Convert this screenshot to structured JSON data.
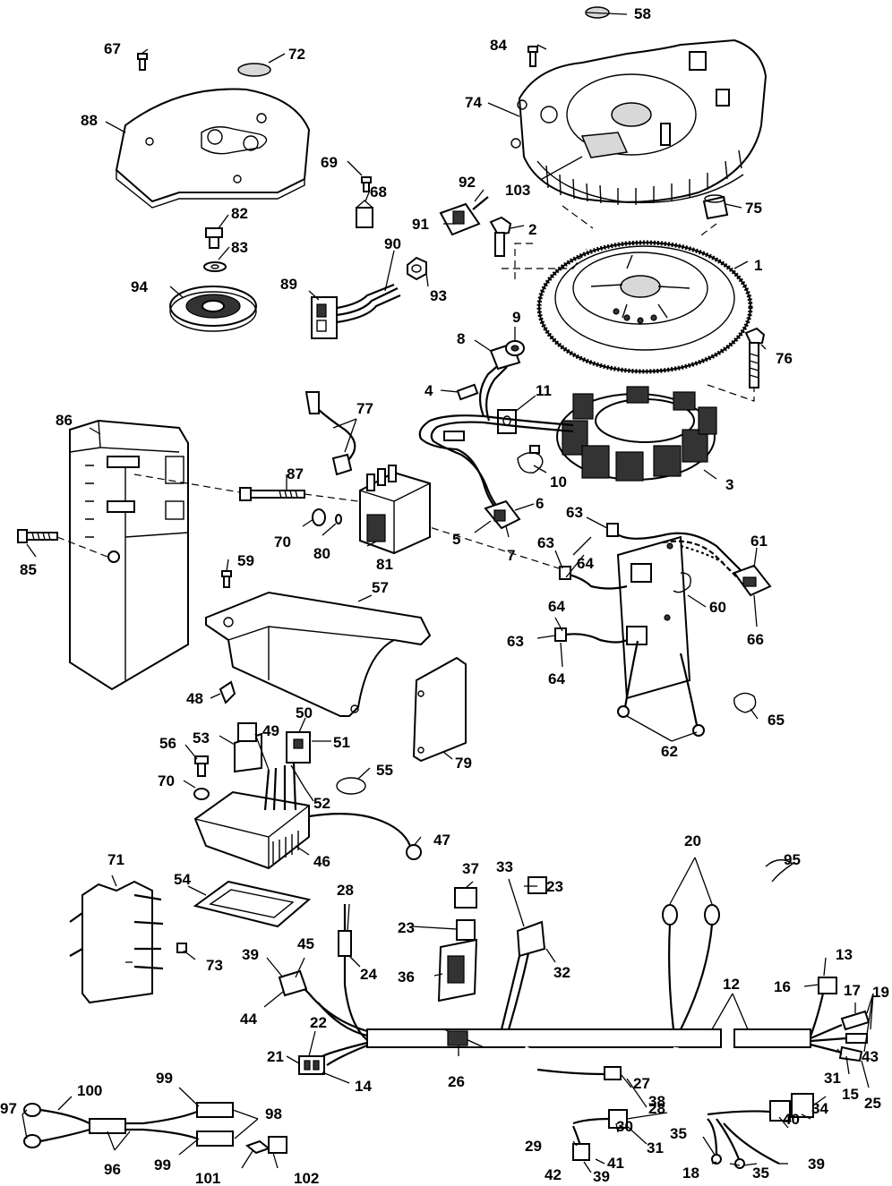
{
  "callouts": {
    "c1": "1",
    "c2": "2",
    "c3": "3",
    "c4": "4",
    "c5": "5",
    "c6": "6",
    "c7": "7",
    "c8": "8",
    "c9": "9",
    "c10": "10",
    "c11": "11",
    "c12": "12",
    "c13": "13",
    "c14": "14",
    "c15": "15",
    "c16": "16",
    "c17": "17",
    "c18": "18",
    "c19": "19",
    "c20": "20",
    "c21": "21",
    "c22": "22",
    "c23a": "23",
    "c23b": "23",
    "c24": "24",
    "c25": "25",
    "c26": "26",
    "c27": "27",
    "c28a": "28",
    "c28b": "28",
    "c29": "29",
    "c30": "30",
    "c31a": "31",
    "c31b": "31",
    "c32": "32",
    "c33": "33",
    "c34": "34",
    "c35a": "35",
    "c35b": "35",
    "c36": "36",
    "c37": "37",
    "c38": "38",
    "c39a": "39",
    "c39b": "39",
    "c39c": "39",
    "c40": "40",
    "c41": "41",
    "c42": "42",
    "c43": "43",
    "c44": "44",
    "c45": "45",
    "c46": "46",
    "c47": "47",
    "c48": "48",
    "c49": "49",
    "c50": "50",
    "c51": "51",
    "c52": "52",
    "c53": "53",
    "c54": "54",
    "c55": "55",
    "c56": "56",
    "c57": "57",
    "c58": "58",
    "c59": "59",
    "c60": "60",
    "c61": "61",
    "c62": "62",
    "c63a": "63",
    "c63b": "63",
    "c63c": "63",
    "c64a": "64",
    "c64b": "64",
    "c64c": "64",
    "c65": "65",
    "c66": "66",
    "c67": "67",
    "c68": "68",
    "c69": "69",
    "c70a": "70",
    "c70b": "70",
    "c71": "71",
    "c72": "72",
    "c73": "73",
    "c74": "74",
    "c75": "75",
    "c76": "76",
    "c77": "77",
    "c79": "79",
    "c80": "80",
    "c81": "81",
    "c82": "82",
    "c83": "83",
    "c84": "84",
    "c85": "85",
    "c86": "86",
    "c87": "87",
    "c88": "88",
    "c89": "89",
    "c90": "90",
    "c91": "91",
    "c92": "92",
    "c93": "93",
    "c94": "94",
    "c95": "95",
    "c96": "96",
    "c97": "97",
    "c98": "98",
    "c99a": "99",
    "c99b": "99",
    "c100": "100",
    "c101": "101",
    "c102": "102",
    "c103": "103"
  }
}
